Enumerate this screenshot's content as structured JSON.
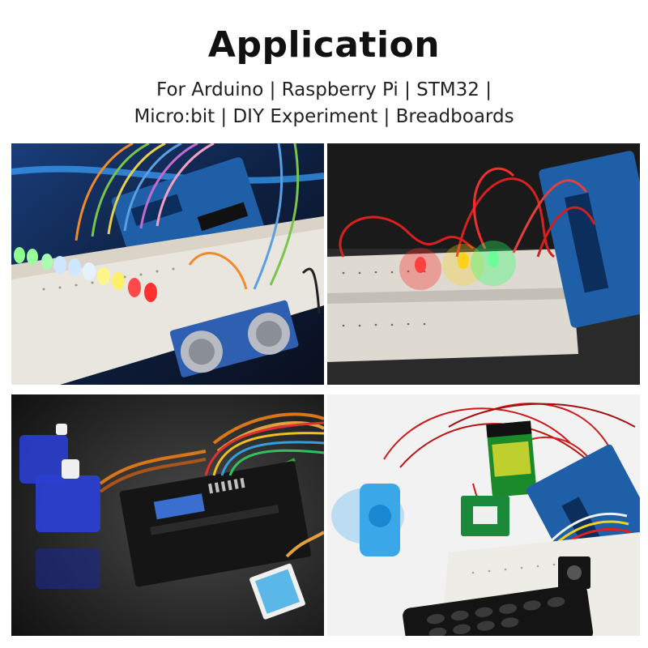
{
  "header": {
    "title": "Application",
    "subtitle_line1": "For Arduino | Raspberry Pi | STM32 |",
    "subtitle_line2": "Micro:bit | DIY Experiment | Breadboards"
  },
  "photos": [
    {
      "subject": "arduino-leds-ultrasonic-breadboard"
    },
    {
      "subject": "arduino-traffic-leds-breadboard"
    },
    {
      "subject": "servo-motors-sensor-shield"
    },
    {
      "subject": "stepper-battery-ir-remote-kit"
    }
  ],
  "colors": {
    "board_blue": "#1f5fa8",
    "breadboard": "#e9e6df",
    "led_red": "#ff2a2a",
    "led_green": "#2bff6a",
    "led_yellow": "#ffd21a"
  }
}
